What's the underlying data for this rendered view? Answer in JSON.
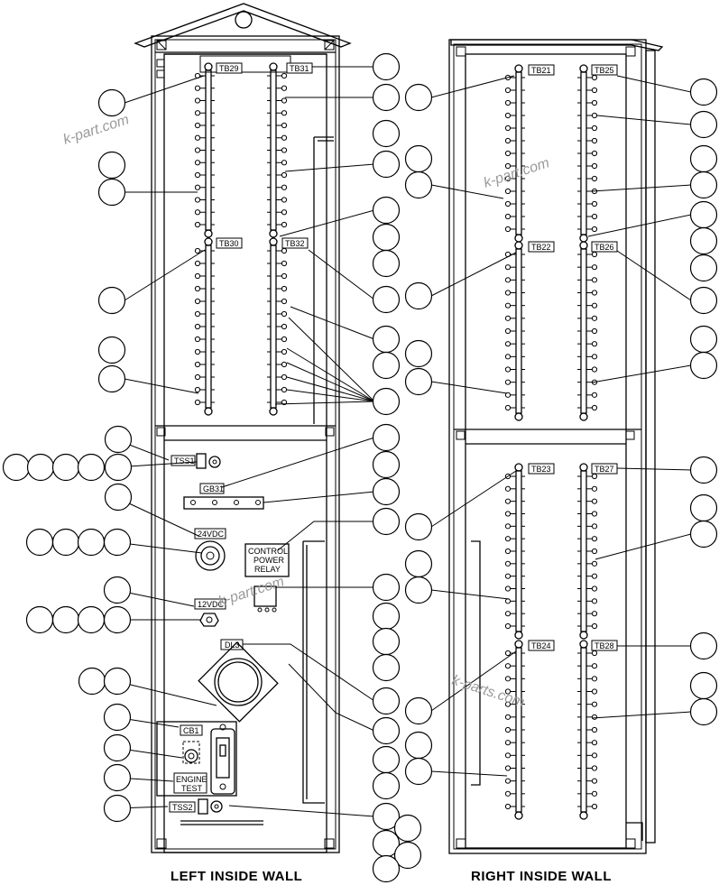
{
  "captions": {
    "left_wall": "LEFT INSIDE WALL",
    "right_wall": "RIGHT INSIDE WALL"
  },
  "watermarks": [
    "k-part.com",
    "k-part.com",
    "k-part.com",
    "k-parts.com"
  ],
  "terminal_blocks": {
    "tb29": "TB29",
    "tb31": "TB31",
    "tb30": "TB30",
    "tb32": "TB32",
    "tb21": "TB21",
    "tb25": "TB25",
    "tb22": "TB22",
    "tb26": "TB26",
    "tb23": "TB23",
    "tb27": "TB27",
    "tb24": "TB24",
    "tb28": "TB28"
  },
  "components": {
    "tss1": "TSS1",
    "gb31": "GB31",
    "vdc24": "24VDC",
    "relay_line1": "CONTROL",
    "relay_line2": "POWER",
    "relay_line3": "RELAY",
    "vdc12": "12VDC",
    "dl3": "DL3",
    "cb1": "CB1",
    "engine_line1": "ENGINE",
    "engine_line2": "TEST",
    "tss2": "TSS2"
  }
}
